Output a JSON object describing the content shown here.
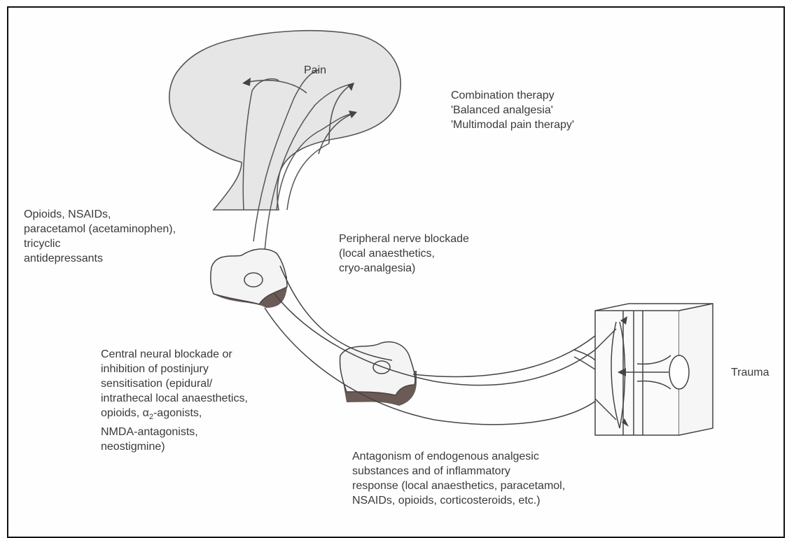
{
  "labels": {
    "pain": "Pain",
    "combination": "Combination therapy\n'Balanced analgesia'\n'Multimodal pain therapy'",
    "systemic": "Opioids, NSAIDs,\nparacetamol (acetaminophen),\ntricyclic\nantidepressants",
    "peripheral": "Peripheral nerve blockade\n(local anaesthetics,\ncryo-analgesia)",
    "central_1": "Central neural blockade or\ninhibition of postinjury\nsensitisation (epidural/\nintrathecal local anaesthetics,\nopioids, ",
    "central_alpha": "α",
    "central_sub": "2",
    "central_2": "-agonists,\nNMDA-antagonists,\nneostigmine)",
    "trauma": "Trauma",
    "antagonism": "Antagonism of endogenous analgesic\nsubstances and of inflammatory\nresponse (local anaesthetics, paracetamol,\nNSAIDs, opioids, corticosteroids, etc.)"
  },
  "colors": {
    "brain_fill": "#e6e6e6",
    "stroke": "#444444",
    "shadow": "#6b5a55",
    "text": "#3a3a3a"
  }
}
